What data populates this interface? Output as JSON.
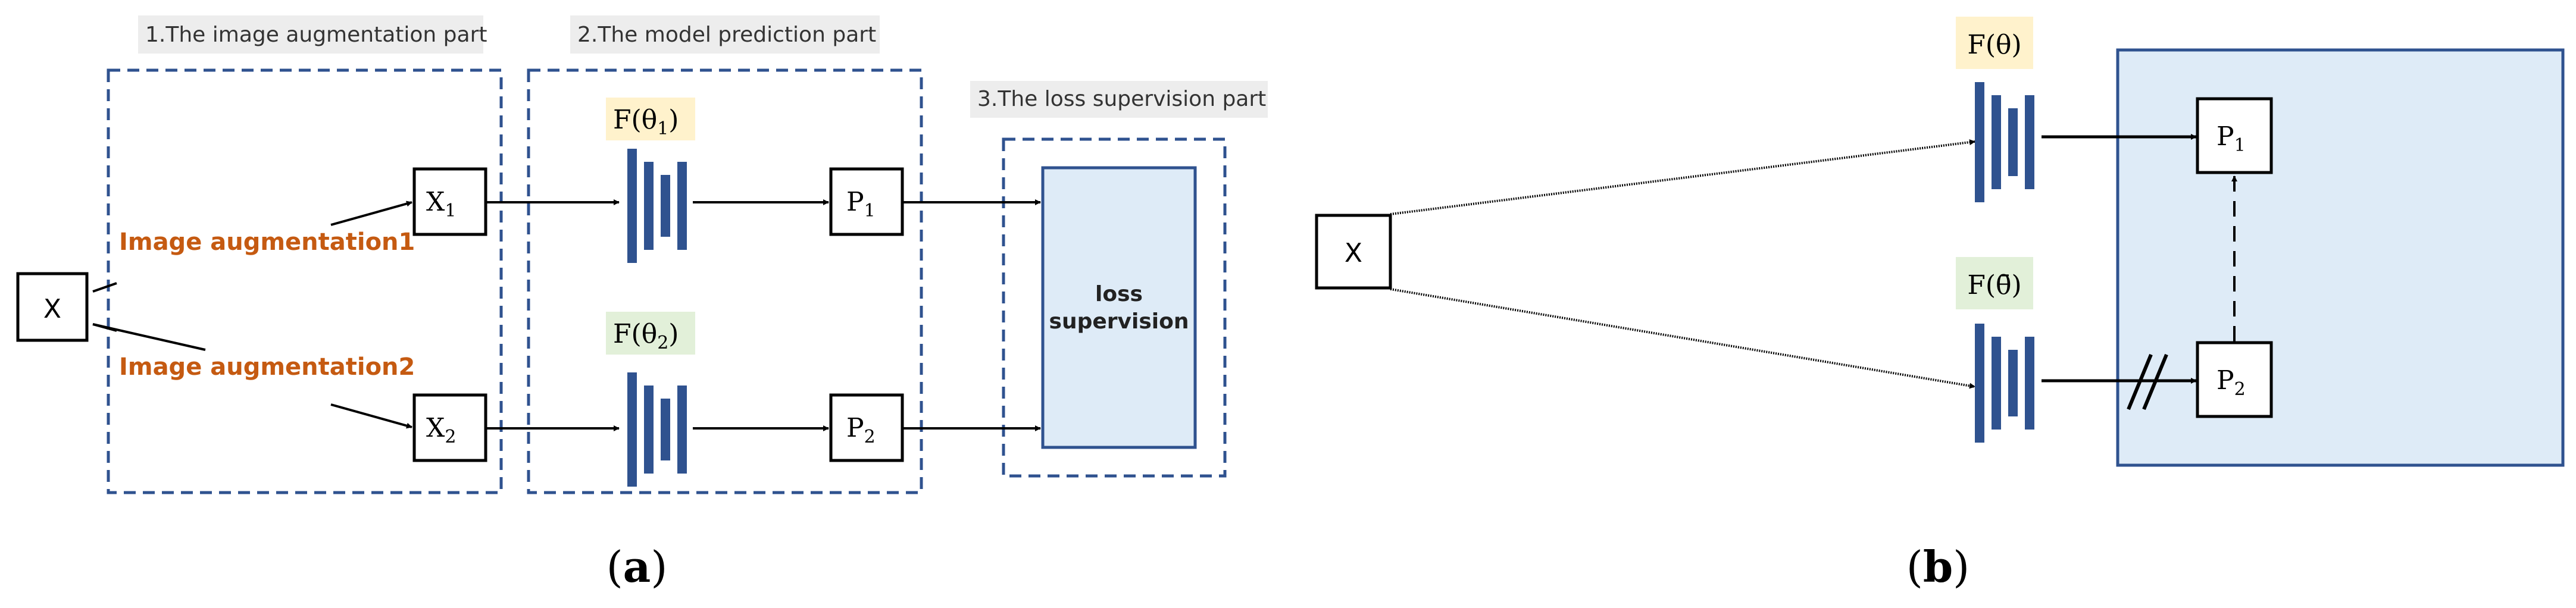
{
  "panel_a": {
    "stage_labels": {
      "augmentation": "1.The image augmentation part",
      "prediction": "2.The model prediction part",
      "loss": "3.The loss supervision part"
    },
    "input": "X",
    "aug_labels": [
      "Image augmentation1",
      "Image augmentation2"
    ],
    "views": {
      "x1_base": "X",
      "x1_sub": "1",
      "x2_base": "X",
      "x2_sub": "2"
    },
    "models": {
      "m1": "F(θ",
      "m1_sub": "1",
      "m2": "F(θ",
      "m2_sub": "2",
      "close": ")"
    },
    "preds": {
      "p1_base": "P",
      "p1_sub": "1",
      "p2_base": "P",
      "p2_sub": "2"
    },
    "loss_box": [
      "loss",
      "supervision"
    ],
    "caption": {
      "open": "(",
      "letter": "a",
      "close": ")"
    }
  },
  "panel_b": {
    "input": "X",
    "models": {
      "online": "F(θ)",
      "target": "F(θ̄)"
    },
    "preds": {
      "p1_base": "P",
      "p1_sub": "1",
      "p2_base": "P",
      "p2_sub": "2"
    },
    "caption": {
      "open": "(",
      "letter": "b",
      "close": ")"
    }
  },
  "colors": {
    "dashed_border": "#2f528f",
    "network_bars": "#2f528f",
    "aug_text": "#c55a11",
    "stage_label_bg": "#ededed",
    "model1_bg": "#fff2cc",
    "model2_bg": "#e2f0d9",
    "loss_fill": "#deebf7"
  }
}
